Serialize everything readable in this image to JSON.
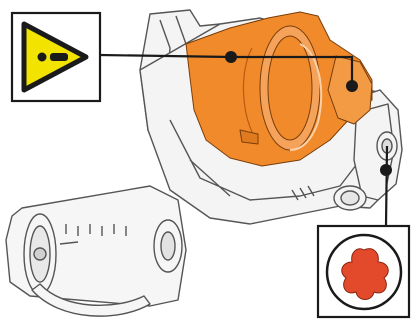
{
  "figure": {
    "kind": "appliance-assembly-illustration",
    "callouts": [
      {
        "id": "warning",
        "icon": "warning-triangle-icon",
        "color": "#f2e400"
      },
      {
        "id": "drive-socket",
        "icon": "flower-drive-socket-icon",
        "color": "#e24a2b"
      }
    ],
    "highlight_color": "#f08a2a",
    "line_color": "#1a1a1a",
    "body_fill": "#f4f4f4",
    "body_stroke": "#555555"
  }
}
